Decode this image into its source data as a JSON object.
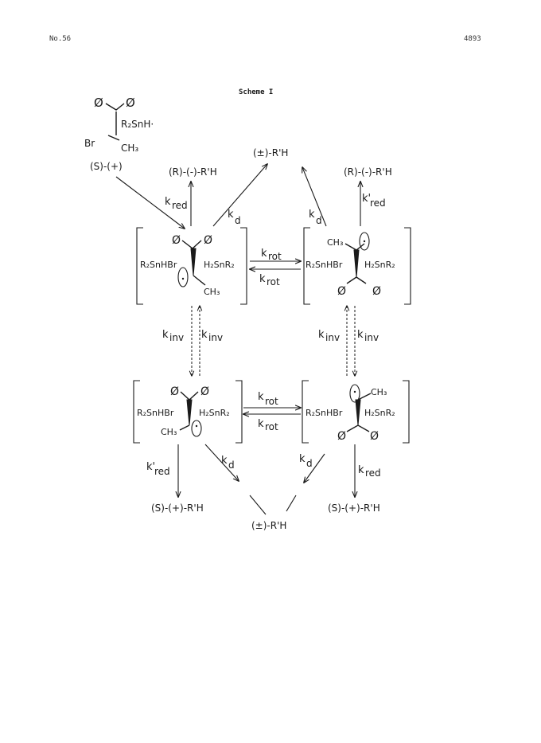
{
  "header": {
    "left": "No.56",
    "right": "4893"
  },
  "scheme": {
    "title": "Scheme I",
    "start": {
      "phi1": "Ø",
      "phi2": "Ø",
      "tin": "R₂SnH·",
      "br": "Br",
      "ch3": "CH₃",
      "config": "(S)-(+)"
    },
    "products": {
      "top_left": "(R)-(-)-R'H",
      "top_center": "(±)-R'H",
      "top_right": "(R)-(-)-R'H",
      "bottom_left": "(S)-(+)-R'H",
      "bottom_center": "(±)-R'H",
      "bottom_right": "(S)-(+)-R'H"
    },
    "rates": {
      "k_red": "k",
      "k_red_sub": "red",
      "k_red_prime": "k'",
      "k_red_prime_sub": "red",
      "k_d": "k",
      "k_d_sub": "d",
      "k_rot": "k",
      "k_rot_sub": "rot",
      "k_inv": "k",
      "k_inv_sub": "inv"
    },
    "complex": {
      "tin_left": "R₂SnHBr",
      "tin_right": "H₂SnR₂",
      "phi": "Ø",
      "ch3": "CH₃"
    }
  }
}
